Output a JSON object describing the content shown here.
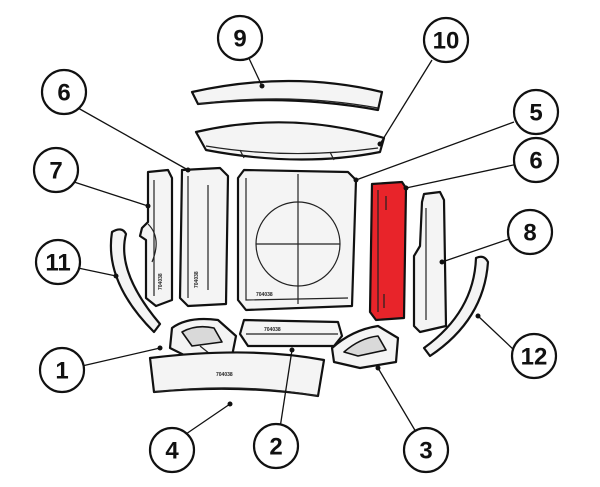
{
  "colors": {
    "highlight": "#e8242a",
    "outline": "#111111",
    "part_fill": "#f4f4f4"
  },
  "callouts": [
    {
      "id": "c9",
      "label": "9"
    },
    {
      "id": "c10",
      "label": "10"
    },
    {
      "id": "c6a",
      "label": "6"
    },
    {
      "id": "c5",
      "label": "5"
    },
    {
      "id": "c7",
      "label": "7"
    },
    {
      "id": "c6b",
      "label": "6"
    },
    {
      "id": "c11",
      "label": "11"
    },
    {
      "id": "c8",
      "label": "8"
    },
    {
      "id": "c1",
      "label": "1"
    },
    {
      "id": "c12",
      "label": "12"
    },
    {
      "id": "c4",
      "label": "4"
    },
    {
      "id": "c2",
      "label": "2"
    },
    {
      "id": "c3",
      "label": "3"
    }
  ],
  "highlighted_part": "6"
}
